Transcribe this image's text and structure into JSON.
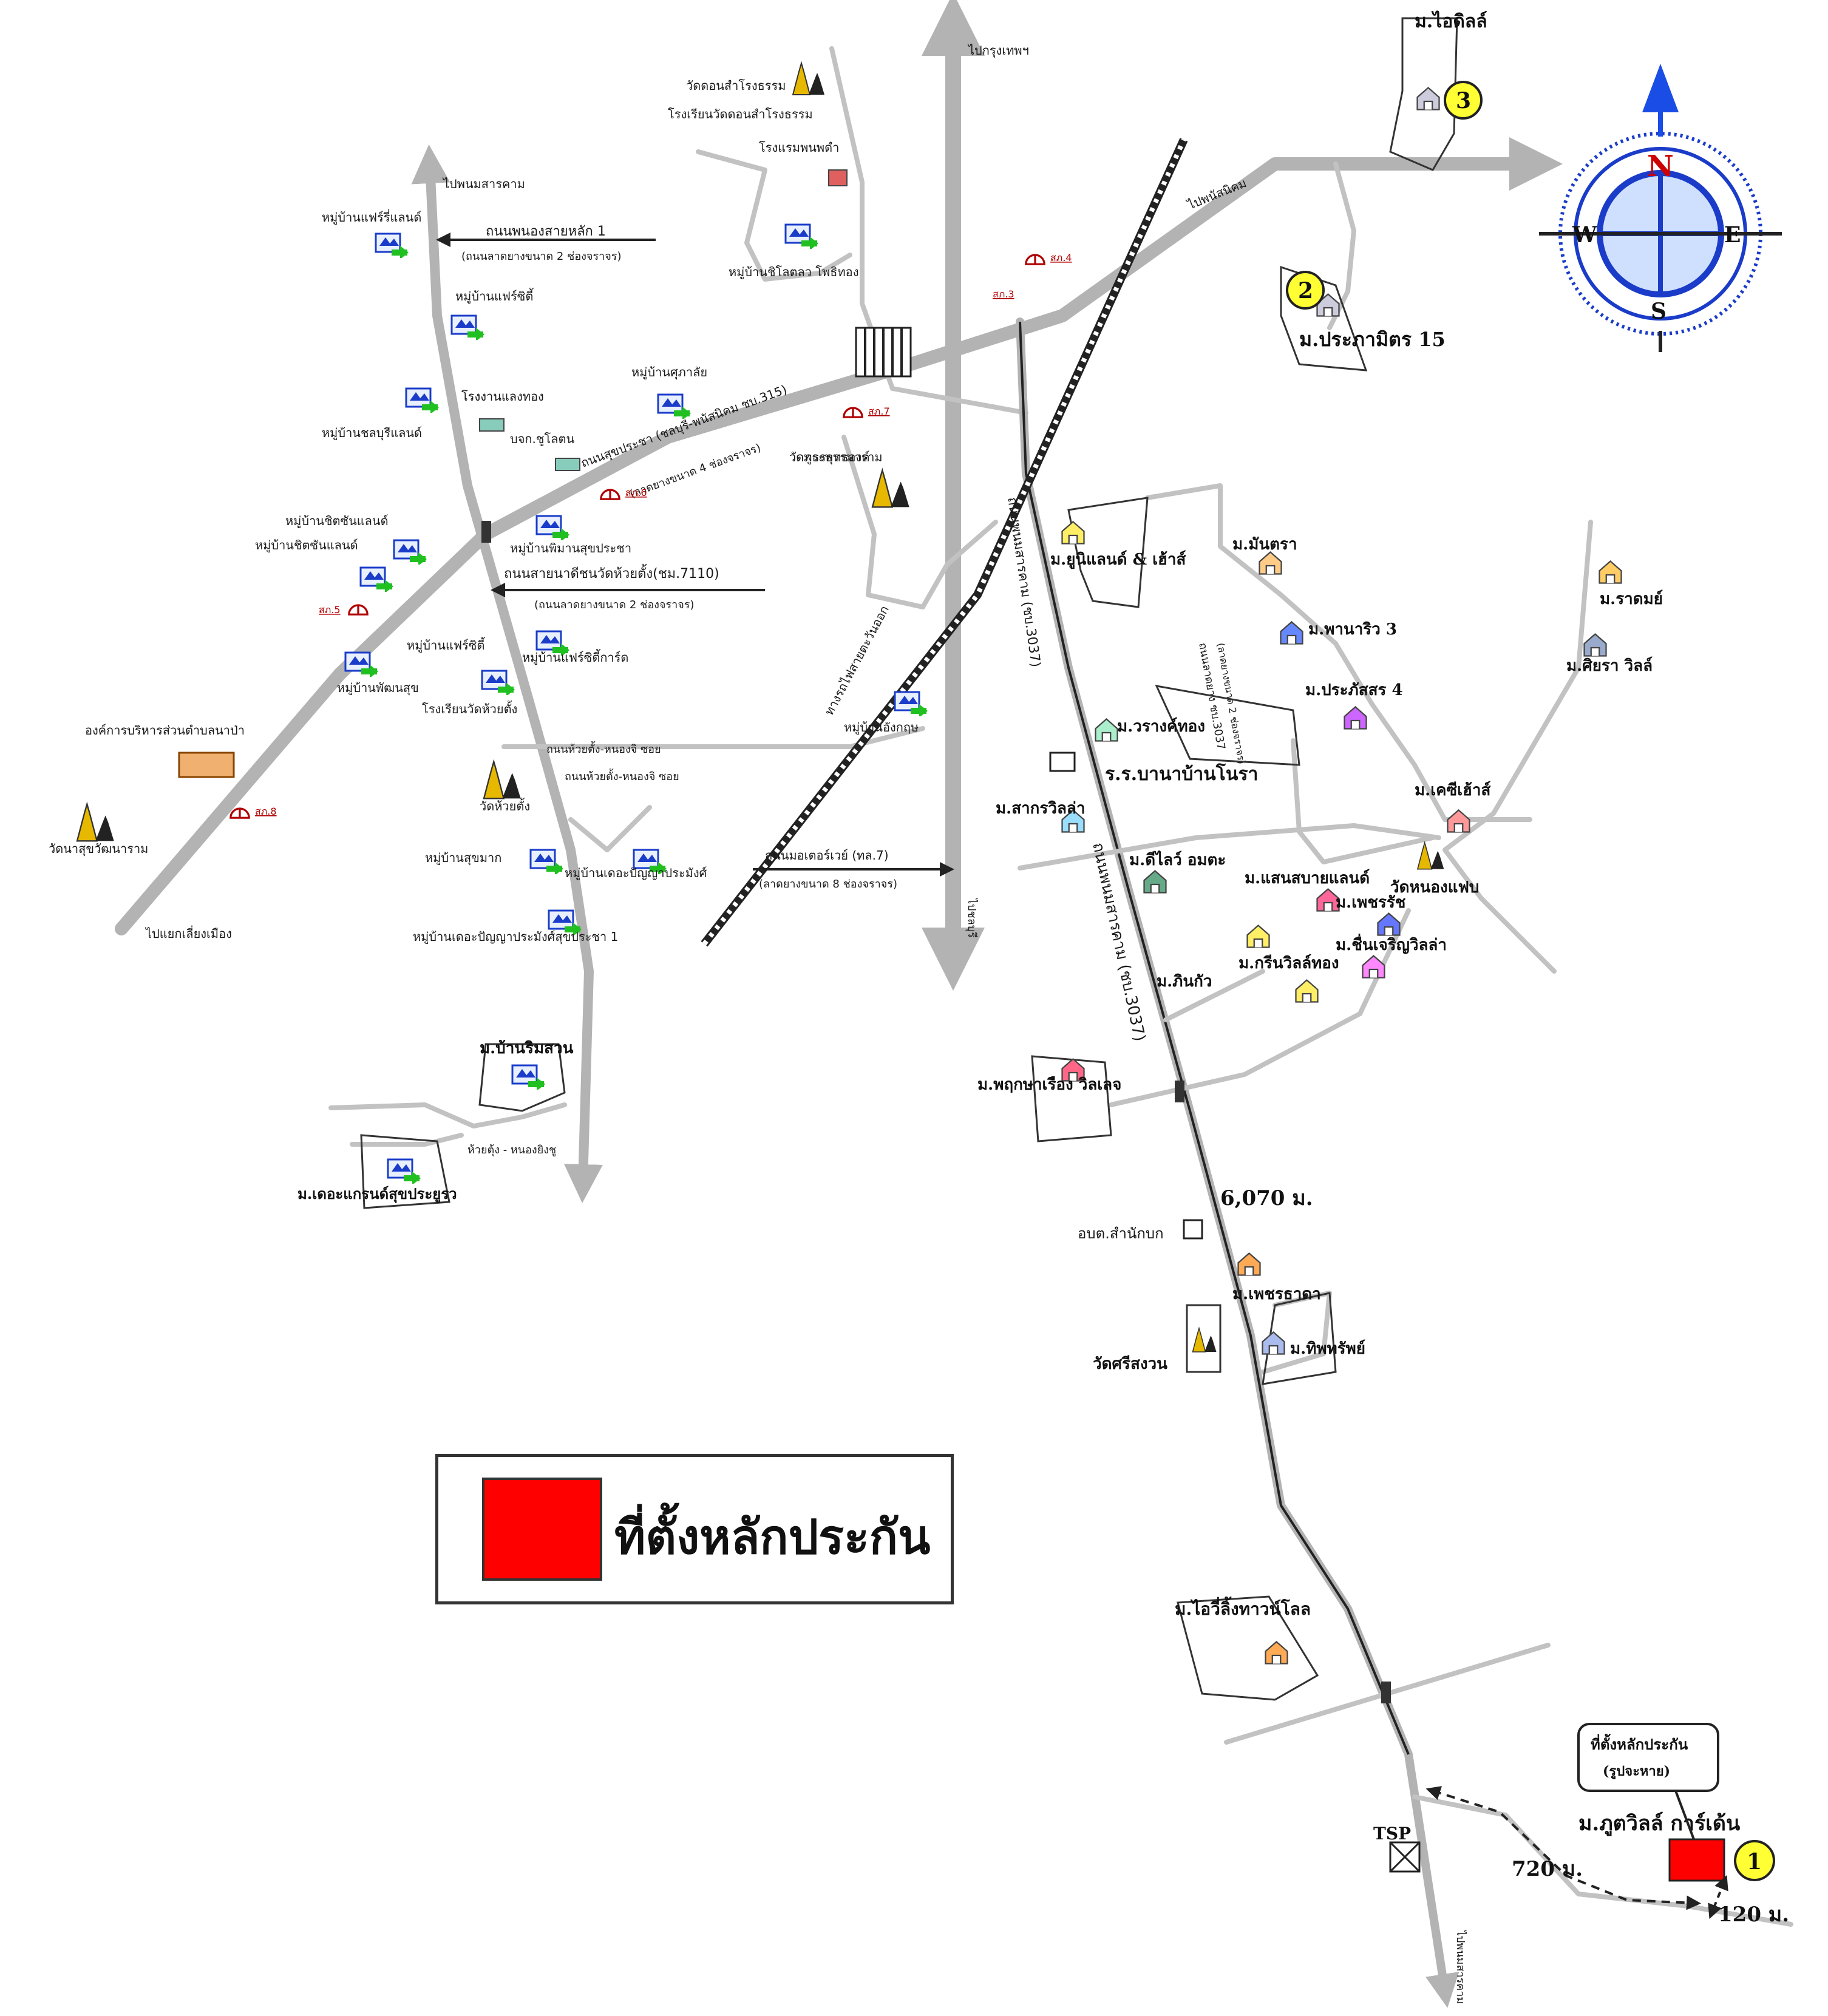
{
  "colors": {
    "road": "#b3b3b3",
    "lot": "#ff0000",
    "marker": "#ffff33",
    "arrow_north": "#1a4ce6"
  },
  "legend": {
    "label": "ที่ตั้งหลักประกัน"
  },
  "compass": {
    "n": "N",
    "s": "S",
    "e": "E",
    "w": "W"
  },
  "markers": [
    {
      "number": "1",
      "label": "ม.ภูตวิลล์ การ์เด้น"
    },
    {
      "number": "2",
      "label": "ม.ประภามิตร 15"
    },
    {
      "number": "3",
      "label": "ม.ไอดิลล์"
    }
  ],
  "collateral_callout": {
    "line1": "ที่ตั้งหลักประกัน",
    "line2": "(รูปจะหาย)"
  },
  "distances": {
    "main": "6,070 ม.",
    "side1": "720 ม.",
    "side2": "120 ม."
  },
  "tsp": "TSP",
  "road_labels": {
    "r1": "ถนนพนองสายหลัก 1",
    "r1_sub": "(ถนนลาดยางขนาด 2 ช่องจราจร)",
    "r2": "ถนนสายนาดีชนวัดห้วยตั้ง(ชม.7110)",
    "r2_sub": "(ถนนลาดยางขนาด 2 ช่องจราจร)",
    "r3": "ถนนสุขประชา (ชลบุรี-พนัสนิคม ชบ.315)",
    "r3_sub": "(ลาดยางขนาด 4 ช่องจราจร)",
    "r4": "ถนนพนมสารคาม (ชบ.3037)",
    "r5": "ถนนพนมสารคาม (ชบ.3037)",
    "r6": "ถนนมอเตอร์เวย์ (ทล.7)",
    "r6_sub": "(ลาดยางขนาด 8 ช่องจราจร)",
    "rail": "ทางรถไฟสายตะวันออก",
    "r7": "ถนนห้วยตั้ง-หนองจิ ซอย",
    "r8": "ถนนห้วยตั้ง-หนองจิ ซอย",
    "r9": "ถนนลาดยาง ชบ.3037",
    "r9_sub": "(ลาดยางขนาด 2 ช่องจราจร)",
    "r10": "ห้วยตุ้ง - หนองยิงชู"
  },
  "directions": {
    "to_phanom": "ไปพนมสารคาม",
    "to_bkk": "ไปกรุงเทพฯ",
    "to_phanat": "ไปพนัสนิคม",
    "to_chonburi": "ไปชลบุรี",
    "to_huai": "ไปแยกเลี่ยงเมือง",
    "to_bottom": "ไปพนมสารคาม"
  },
  "places": {
    "p01": "หมู่บ้านแฟร์รี่แลนด์",
    "p02": "หมู่บ้านแฟร์ซิตี้",
    "p03": "หมู่บ้านชลบุรีแลนด์",
    "p04": "โรงงานแลงทอง",
    "p05": "บจก.ชูโลตน",
    "p06": "หมู่บ้านศุภาลัย",
    "p07": "หมู่บ้านพิมานสุขประชา",
    "p08": "หมู่บ้านชิตซันแลนด์",
    "p09": "หมู่บ้านชิตซันแลนด์",
    "p10": "หมู่บ้านแฟร์ซิตี้",
    "p11": "หมู่บ้านแฟร์ซิตี้การ์ด",
    "p12": "หมู่บ้านพัฒนสุข",
    "p13": "โรงเรียนวัดห้วยตั้ง",
    "p14": "วัดห้วยตั้ง",
    "p15": "หมู่บ้านสุขมาก",
    "p16": "หมู่บ้านเดอะปัญญาประมังศ์",
    "p17": "หมู่บ้านเดอะปัญญาประมังศ์สุขประชา 1",
    "p18": "หมู่บ้านอังกฤษ",
    "p19": "วัดพระพุทธองค์",
    "p20": "องค์การบริหารส่วนตำบลนาป่า",
    "p21": "วัดนาสุขวัฒนาราม",
    "p22": "วัดดอนสำโรงธรรม",
    "p23": "โรงเรียนวัดดอนสำโรงธรรม",
    "p24": "โรงแรมพนพดำ",
    "p25": "หมู่บ้านชิโลตลว โพธิทอง",
    "p26": "วัดภูธรธรรมาราม",
    "p27": "ม.ยูนิแลนด์ & เฮ้าส์",
    "p28": "ม.มันตรา",
    "p29": "ม.พานาริว 3",
    "p30": "ม.ประภัสสร 4",
    "p31": "ม.วรางค์ทอง",
    "p32": "ร.ร.บานาบ้านโนรา",
    "p33": "ม.สากรวิลล่า",
    "p34": "ม.ดีไลว์ อมตะ",
    "p35": "ม.แสนสบายแลนด์",
    "p36": "ม.เพชรรัช",
    "p37": "ม.ชื่นเจริญวิลล่า",
    "p38": "ม.ภินกัว",
    "p39": "ม.กรีนวิลล์ทอง",
    "p40": "ม.เคซีเฮ้าส์",
    "p41": "วัดหนองแฟบ",
    "p42": "ม.ราดมย์",
    "p43": "ม.ศิยรา วิลล์",
    "p44": "ม.พฤกษาเรือง วิลเลจ",
    "p45": "อบต.สำนักบก",
    "p46": "ม.เพชรธาดา",
    "p47": "วัดศรีสงวน",
    "p48": "ม.ทิพทรัพย์",
    "p49": "ม.ไอวี่ลิ้งทาวน์โลล",
    "p50": "ม.บ้านริมสวน",
    "p51": "ม.เดอะแกรนด์สุขประยูรว",
    "p52": "สภ.4",
    "p53": "สภ.5",
    "p54": "สภ.6",
    "p55": "สภ.7",
    "p56": "สภ.3",
    "p57": "สภ.8"
  }
}
